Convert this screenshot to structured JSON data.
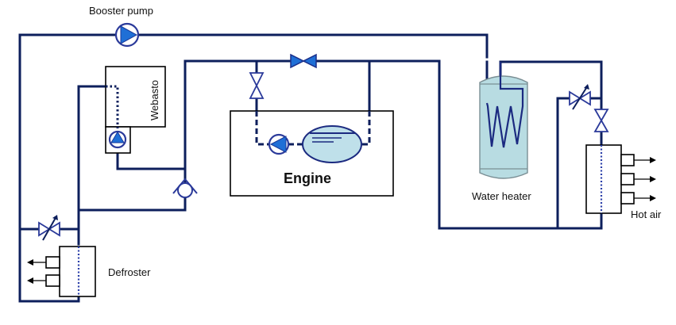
{
  "diagram": {
    "type": "hydronic heating circuit schematic",
    "labels": {
      "booster_pump": "Booster pump",
      "webasto": "Webasto",
      "engine": "Engine",
      "water_heater": "Water heater",
      "hot_air": "Hot air",
      "defroster": "Defroster"
    },
    "components": [
      {
        "id": "booster-pump",
        "kind": "pump",
        "label": "Booster pump"
      },
      {
        "id": "webasto",
        "kind": "heater",
        "label": "Webasto"
      },
      {
        "id": "webasto-pump",
        "kind": "pump"
      },
      {
        "id": "check-valve",
        "kind": "check-valve"
      },
      {
        "id": "engine",
        "kind": "engine",
        "label": "Engine"
      },
      {
        "id": "engine-pump",
        "kind": "pump"
      },
      {
        "id": "engine-expansion-tank",
        "kind": "tank"
      },
      {
        "id": "engine-bypass-valve",
        "kind": "valve",
        "state": "closed"
      },
      {
        "id": "engine-supply-valve",
        "kind": "valve",
        "state": "open"
      },
      {
        "id": "water-heater",
        "kind": "tank-with-coil",
        "label": "Water heater"
      },
      {
        "id": "hot-air-adjustable-valve",
        "kind": "adjustable-valve"
      },
      {
        "id": "hot-air-valve",
        "kind": "valve",
        "state": "open"
      },
      {
        "id": "hot-air-unit",
        "kind": "heat-exchanger",
        "label": "Hot air",
        "outlets": 3
      },
      {
        "id": "defroster-adjustable-valve",
        "kind": "adjustable-valve"
      },
      {
        "id": "defroster-unit",
        "kind": "heat-exchanger",
        "label": "Defroster",
        "outlets": 2
      }
    ],
    "colors": {
      "pipe": "#0d1f5c",
      "pump_fill": "#1f6fd6",
      "tank_fill": "#b8dce2",
      "box_stroke": "#000000"
    }
  }
}
